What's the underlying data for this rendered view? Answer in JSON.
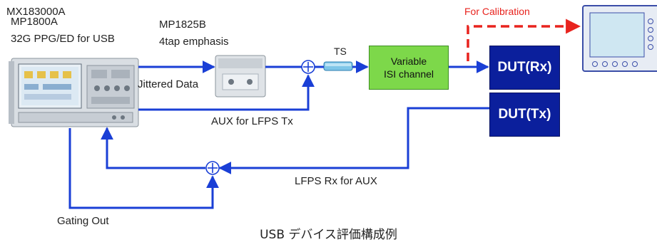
{
  "labels": {
    "instrument_line1": "MX183000A",
    "instrument_line2": "MP1800A",
    "instrument_line3": "32G PPG/ED for USB",
    "emphasis_line1": "MP1825B",
    "emphasis_line2": "4tap emphasis",
    "jittered_data": "Jittered Data",
    "ts": "TS",
    "isi_line1": "Variable",
    "isi_line2": "ISI channel",
    "dut_rx": "DUT(Rx)",
    "dut_tx": "DUT(Tx)",
    "for_calibration": "For Calibration",
    "aux_lfps_tx": "AUX for LFPS Tx",
    "lfps_rx_aux": "LFPS Rx for AUX",
    "gating_out": "Gating Out"
  },
  "caption": "USB デバイス評価構成例",
  "colors": {
    "signal_line": "#1a3fd6",
    "calibration_line": "#e8231e",
    "isi_box": "#7dd84a",
    "dut_box": "#0b1f9c"
  }
}
